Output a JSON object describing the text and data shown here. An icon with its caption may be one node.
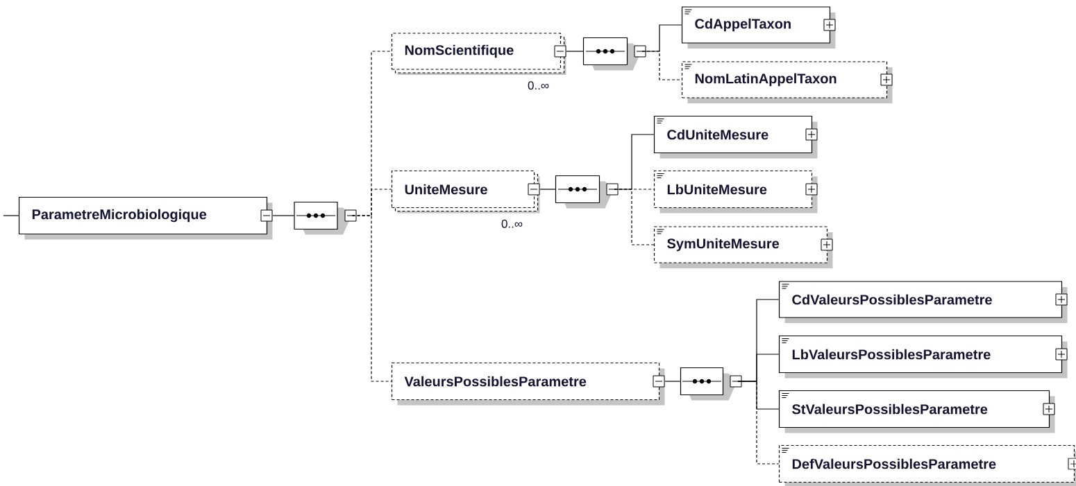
{
  "diagram": {
    "nodes": [
      {
        "text": [
          "ParametreMicrobiologique"
        ]
      },
      {
        "text": [],
        "shape": "octagon"
      },
      {
        "text": [
          "NomScientifique"
        ],
        "beside": [
          "0..∞"
        ]
      },
      {
        "text": [
          "UniteMesure"
        ],
        "beside": [
          "0..∞"
        ]
      },
      {
        "text": [
          "ValeursPossiblesParametre"
        ]
      },
      {
        "text": [],
        "shape": "octagon"
      },
      {
        "text": [
          "CdAppelTaxon"
        ]
      },
      {
        "text": [
          "NomLatinAppelTaxon"
        ]
      },
      {
        "text": [],
        "shape": "octagon"
      },
      {
        "text": [
          "CdUniteMesure"
        ]
      },
      {
        "text": [
          "LbUniteMesure"
        ]
      },
      {
        "text": [
          "SymUniteMesure"
        ]
      },
      {
        "text": [],
        "shape": "octagon"
      },
      {
        "text": [
          "CdValeursPossiblesParametre"
        ]
      },
      {
        "text": [
          "LbValeursPossiblesParametre"
        ]
      },
      {
        "text": [
          "StValeursPossiblesParametre"
        ]
      },
      {
        "text": [
          "DefValeursPossiblesParametre"
        ]
      }
    ],
    "edges": [
      {
        "from": null,
        "to": 0,
        "arrow": "none"
      },
      {
        "from": 0,
        "to": 1,
        "arrow": "none"
      },
      {
        "from": 1,
        "to": 2,
        "arrow": "none",
        "style": "dashed"
      },
      {
        "from": 1,
        "to": 3,
        "arrow": "none",
        "style": "dashed"
      },
      {
        "from": 1,
        "to": 4,
        "arrow": "none",
        "style": "dashed"
      },
      {
        "from": 2,
        "to": 5,
        "arrow": "none"
      },
      {
        "from": 5,
        "to": 6,
        "arrow": "none"
      },
      {
        "from": 5,
        "to": 7,
        "arrow": "none",
        "style": "dashed"
      },
      {
        "from": 3,
        "to": 8,
        "arrow": "none"
      },
      {
        "from": 8,
        "to": 9,
        "arrow": "none"
      },
      {
        "from": 8,
        "to": 10,
        "arrow": "none",
        "style": "dashed"
      },
      {
        "from": 8,
        "to": 11,
        "arrow": "none",
        "style": "dashed"
      },
      {
        "from": 4,
        "to": 12,
        "arrow": "none"
      },
      {
        "from": 12,
        "to": 13,
        "arrow": "none"
      },
      {
        "from": 12,
        "to": 14,
        "arrow": "none"
      },
      {
        "from": 12,
        "to": 15,
        "arrow": "none"
      },
      {
        "from": 12,
        "to": 16,
        "arrow": "none",
        "style": "dashed"
      }
    ]
  }
}
